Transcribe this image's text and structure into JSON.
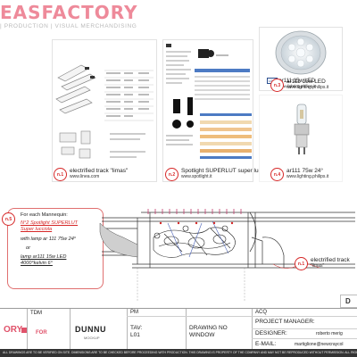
{
  "header": {
    "brand": "EASFACTORY",
    "tagline": "| PRODUCTION | VISUAL MERCHANDISING"
  },
  "panels": [
    {
      "number": "n.1",
      "title": "electrified track \"limas\"",
      "url": "www.linea.com"
    },
    {
      "number": "n.2",
      "title": "Spotlight SUPERLUT super lucciola",
      "url": "www.spotlight.it"
    },
    {
      "number": "n.3",
      "title": "ar111 15w LED",
      "url": "www.lighting.philips.it",
      "inner_title": "ar111 15w LED",
      "inner_url": "www.lighting.philips.it"
    },
    {
      "number": "n.4",
      "title": "ar111 75w 24°",
      "url": "www.lighting.philips.it"
    }
  ],
  "callout": {
    "number": "n.5",
    "heading": "For each Mannequin:",
    "line1": "N°2 Spotlight SUPERLUT",
    "line2": "Super lucciola",
    "line3": "with lamp ar 111 75w 24°",
    "or": "or",
    "line4": "lamp ar111 15w LED",
    "line5": "4000°kelvin  6°"
  },
  "drawing_callout": {
    "number": "n.1",
    "title": "electrified track",
    "subtitle": "\"limas\""
  },
  "title_block": {
    "tdm_label": "TDM",
    "logo_fragment": "ORY",
    "for_label": "FOR",
    "client": "DUNNU",
    "client_sub": "MOCKUP",
    "pm_label": "PM",
    "tav_label": "TAV:",
    "tav_value": "L01",
    "drawing_label": "DRAWING NO",
    "drawing_value": "WINDOW",
    "acq_label": "ACQ",
    "project_manager_label": "PROJECT MANAGER:",
    "designer_label": "DESIGNER:",
    "designer_value": "roberto merig",
    "email_label": "E-MAIL:",
    "email_value": "martiglione@newcraycol",
    "sheet": "D"
  },
  "footer_text": "ALL DRAWINGS ARE TO BE VERIFIED ON SITE. DIMENSIONS ARE TO BE CHECKED BEFORE PROCEEDING WITH PRODUCTION. THIS DRAWING IS PROPERTY OF THE COMPANY AND MAY NOT BE REPRODUCED WITHOUT PERMISSION. ALL RIGHTS RESERVED."
}
